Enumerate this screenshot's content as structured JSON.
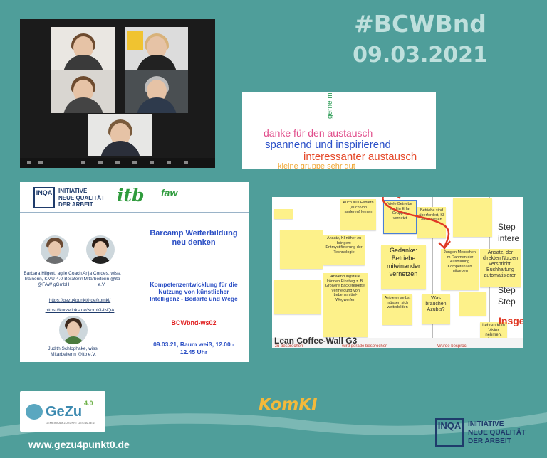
{
  "header": {
    "hashtag": "#BCWBnd",
    "date": "09.03.2021"
  },
  "video": {
    "tiles": [
      "",
      "",
      "",
      "",
      ""
    ]
  },
  "wordcloud": {
    "words": [
      "gerne m",
      "danke für den austausch",
      "spannend und inspirierend",
      "interessanter austausch",
      "kleine gruppe sehr gut"
    ]
  },
  "flyer": {
    "inqa_logo": "INQA",
    "inqa_lines": [
      "INITIATIVE",
      "NEUE QUALITÄT",
      "DER ARBEIT"
    ],
    "itb": "itb",
    "faw": "faw",
    "title": "Barcamp Weiterbildung neu denken",
    "subtitle": "Kompetenzentwicklung für die Nutzung von künstlicher Intelligenz - Bedarfe und Wege",
    "code": "BCWbnd-ws02",
    "when": "09.03.21, Raum weiß, 12.00 - 12.45 Uhr",
    "people": [
      {
        "name": "Barbara Hilgert, agile Coach, Trainerin, KMU-4.0-Beraterin @FAW gGmbH"
      },
      {
        "name": "Anja Cordes, wiss. Mitarbeiterin @itb e.V."
      },
      {
        "name": "Judith Schlophake, wiss. Mitarbeiterin @itb e.V."
      }
    ],
    "link1": "https://gezu4punkt0.de/komki/",
    "link2": "https://kurzelinks.de/KomKI-INQA"
  },
  "board": {
    "stickies": [
      "Auch aus Fehlern (auch von anderen) lernen",
      "Viele Betriebe sind in Erfa-Gruppen vernetzt",
      "Betriebe sind überfordert, KI einzusetzen",
      "Ansatz, KI näher zu bringen: Entmystifizierung der Technologie",
      "Gedanke: Betriebe miteinander vernetzen",
      "Jungen Menschen im Rahmen der Ausbildung Kompetenzen mitgeben",
      "Ansatz, der direkten Nutzen verspricht: Buchhaltung automatisieren",
      "Anwendungsfälle können Einstieg z. B. Größere Bäckereikette: Vermeidung von Lebensmittel-Wegwerfen",
      "Anbieter selbst müssen sich weiterbilden",
      "Was brauchen Azubis?",
      "Lehrende in Visier nehmen, nicht nur Lernende"
    ],
    "step_labels": [
      "Step",
      "intere",
      "Step",
      "Step"
    ],
    "title": "Lean Coffee-Wall G3",
    "columns": [
      "zu besprechen",
      "wird gerade besprochen",
      "Wurde besproc"
    ],
    "ingesa": "Insgesan"
  },
  "footer": {
    "gezu": "GeZu",
    "gezu_sup": "4.0",
    "gezu_sub": "GEMEINSAM ZUKUNFT GESTALTEN",
    "komki": "KomKI",
    "url": "www.gezu4punkt0.de",
    "inqa_logo": "INQA",
    "inqa_lines": [
      "INITIATIVE",
      "NEUE QUALITÄT",
      "DER ARBEIT"
    ]
  },
  "colors": {
    "background": "#4f9e9a",
    "heading": "#bfe0dd",
    "accent": "#f2b93b",
    "navy": "#1f3b6b",
    "blue": "#2b4fc4",
    "red": "#e02020"
  }
}
